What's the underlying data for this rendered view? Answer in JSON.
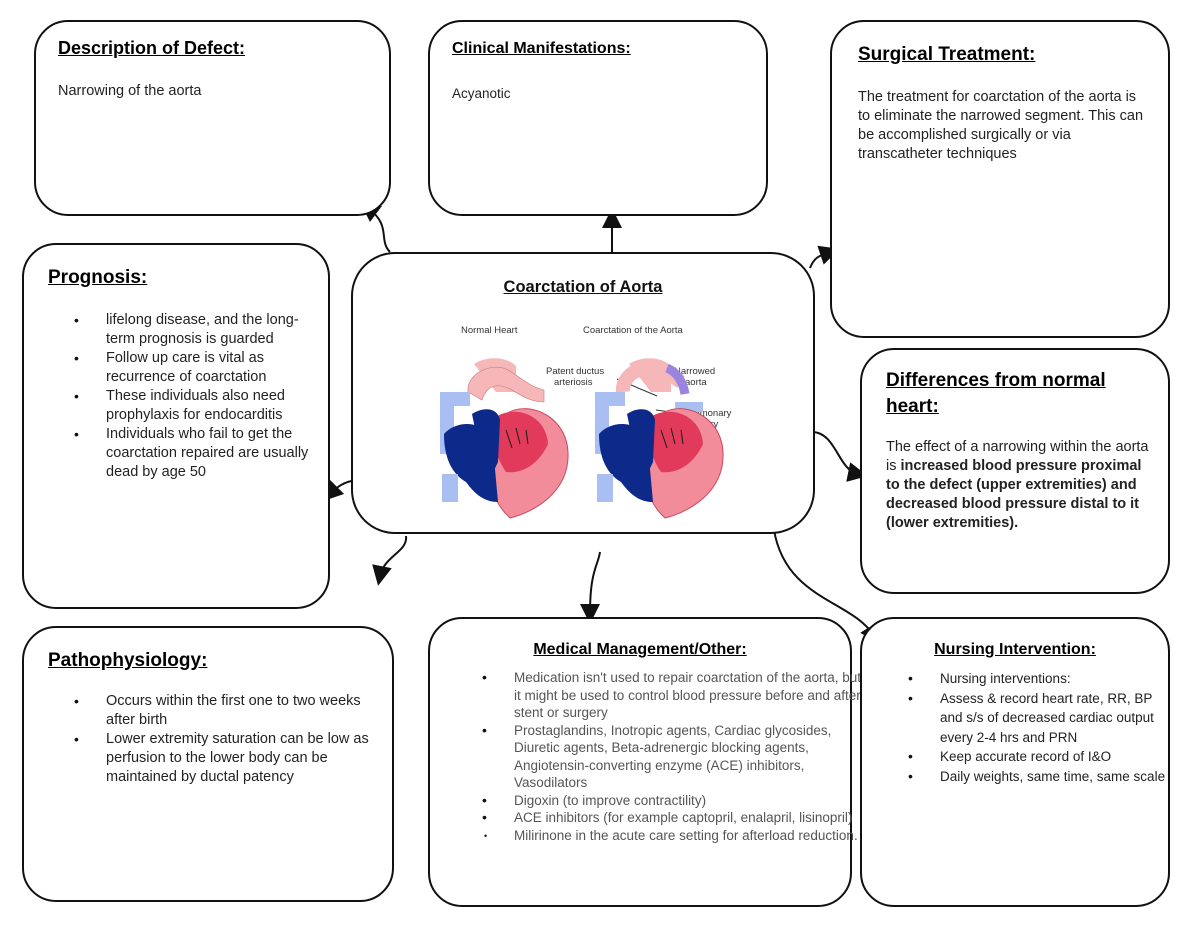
{
  "center": {
    "title": "Coarctation of Aorta",
    "normal_label": "Normal Heart",
    "coarct_label": "Coarctation of the Aorta",
    "pda_label": [
      "Patent ductus",
      "arteriosis"
    ],
    "narrowed_label": [
      "Narrowed",
      "aorta"
    ],
    "pulmonary_label": [
      "Pulmonary",
      "artery"
    ]
  },
  "description": {
    "title": "Description of Defect:",
    "text": "Narrowing of the aorta"
  },
  "clinical": {
    "title": "Clinical Manifestations:",
    "text": "Acyanotic"
  },
  "surgical": {
    "title": "Surgical Treatment:",
    "text": "The treatment for coarctation of the aorta is to eliminate the narrowed segment. This can be accomplished surgically or via transcatheter techniques"
  },
  "prognosis": {
    "title": "Prognosis:",
    "items": [
      "lifelong disease, and the long-term prognosis is guarded",
      "Follow up care is vital as recurrence of coarctation",
      "These individuals also need prophylaxis for endocarditis",
      "Individuals who fail to get the coarctation repaired are usually dead by age 50"
    ]
  },
  "differences": {
    "title": "Differences from normal heart:",
    "text_plain": "The effect of a narrowing within the aorta is ",
    "text_bold": "increased blood pressure proximal to the defect (upper extremities) and decreased blood pressure distal to it (lower extremities)."
  },
  "pathophysiology": {
    "title": "Pathophysiology:",
    "items": [
      "Occurs within the first one to two weeks after birth",
      "Lower extremity saturation can be low as perfusion to the lower body can be maintained by ductal patency"
    ]
  },
  "medical": {
    "title": "Medical Management/Other:",
    "items": [
      "Medication isn't used to repair coarctation of the aorta, but it might be used to control blood pressure before and after stent or surgery",
      "Prostaglandins, Inotropic agents, Cardiac glycosides, Diuretic agents, Beta-adrenergic blocking agents, Angiotensin-converting enzyme (ACE) inhibitors, Vasodilators",
      "Digoxin (to improve contractility)",
      "ACE inhibitors (for example captopril, enalapril, lisinopril)",
      "Milirinone in the acute care setting for afterload reduction."
    ]
  },
  "nursing": {
    "title": "Nursing Intervention:",
    "items": [
      "Nursing interventions:",
      "Assess & record heart rate, RR, BP and s/s of decreased cardiac output every 2-4 hrs and PRN",
      "Keep accurate record of I&O",
      "Daily weights, same time, same scale"
    ]
  },
  "colors": {
    "border": "#111111",
    "aorta_light": "#f6b7b9",
    "heart_red": "#e23a5a",
    "heart_pink": "#f28c9b",
    "vein_blue": "#0d2a8a",
    "vessel_light_blue": "#a9bff2",
    "narrowing_purple": "#9b84e0"
  }
}
